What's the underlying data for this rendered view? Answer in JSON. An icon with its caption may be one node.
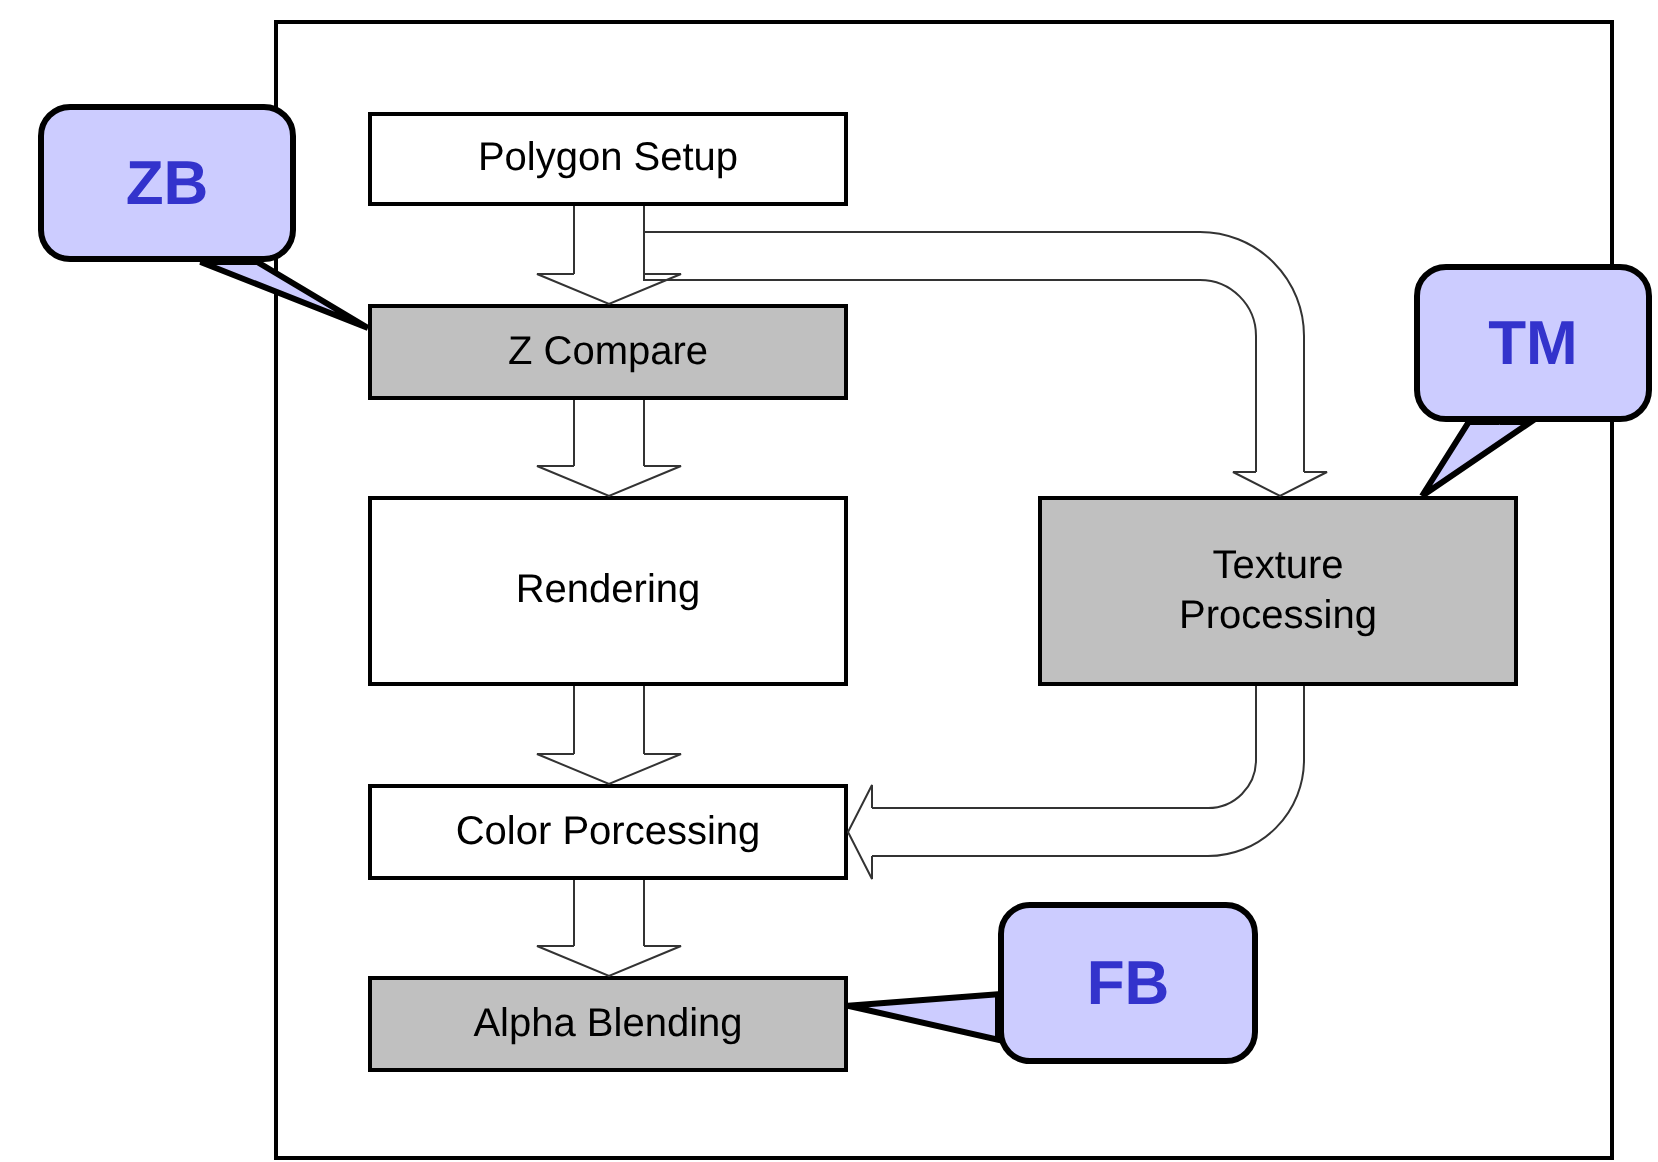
{
  "diagram": {
    "nodes": [
      {
        "text": [],
        "shape": "box"
      },
      {
        "text": [
          "ZB"
        ]
      },
      {
        "text": [
          "Polygon Setup"
        ],
        "in": 0
      },
      {
        "text": [
          "Z Compare"
        ],
        "in": 0
      },
      {
        "text": [
          "TM"
        ]
      },
      {
        "text": [
          "Rendering"
        ],
        "in": 0
      },
      {
        "text": [
          "Texture Processing"
        ],
        "in": 0
      },
      {
        "text": [
          "Color Porcessing"
        ],
        "in": 0
      },
      {
        "text": [
          "FB"
        ],
        "in": 0
      },
      {
        "text": [
          "Alpha Blending"
        ],
        "in": 0
      }
    ],
    "edges": [
      {
        "from": 2,
        "to": 3,
        "arrow": "to"
      },
      {
        "from": 2,
        "to": 6,
        "arrow": "to"
      },
      {
        "from": 3,
        "to": 5,
        "arrow": "to"
      },
      {
        "from": 5,
        "to": 7,
        "arrow": "to"
      },
      {
        "from": 6,
        "to": 7,
        "arrow": "to"
      },
      {
        "from": 7,
        "to": 9,
        "arrow": "to"
      },
      {
        "from": 1,
        "to": 3,
        "arrow": "none",
        "style": "thick"
      },
      {
        "from": 4,
        "to": 6,
        "arrow": "none",
        "style": "thick"
      },
      {
        "from": 8,
        "to": 9,
        "arrow": "none",
        "style": "thick"
      }
    ]
  }
}
